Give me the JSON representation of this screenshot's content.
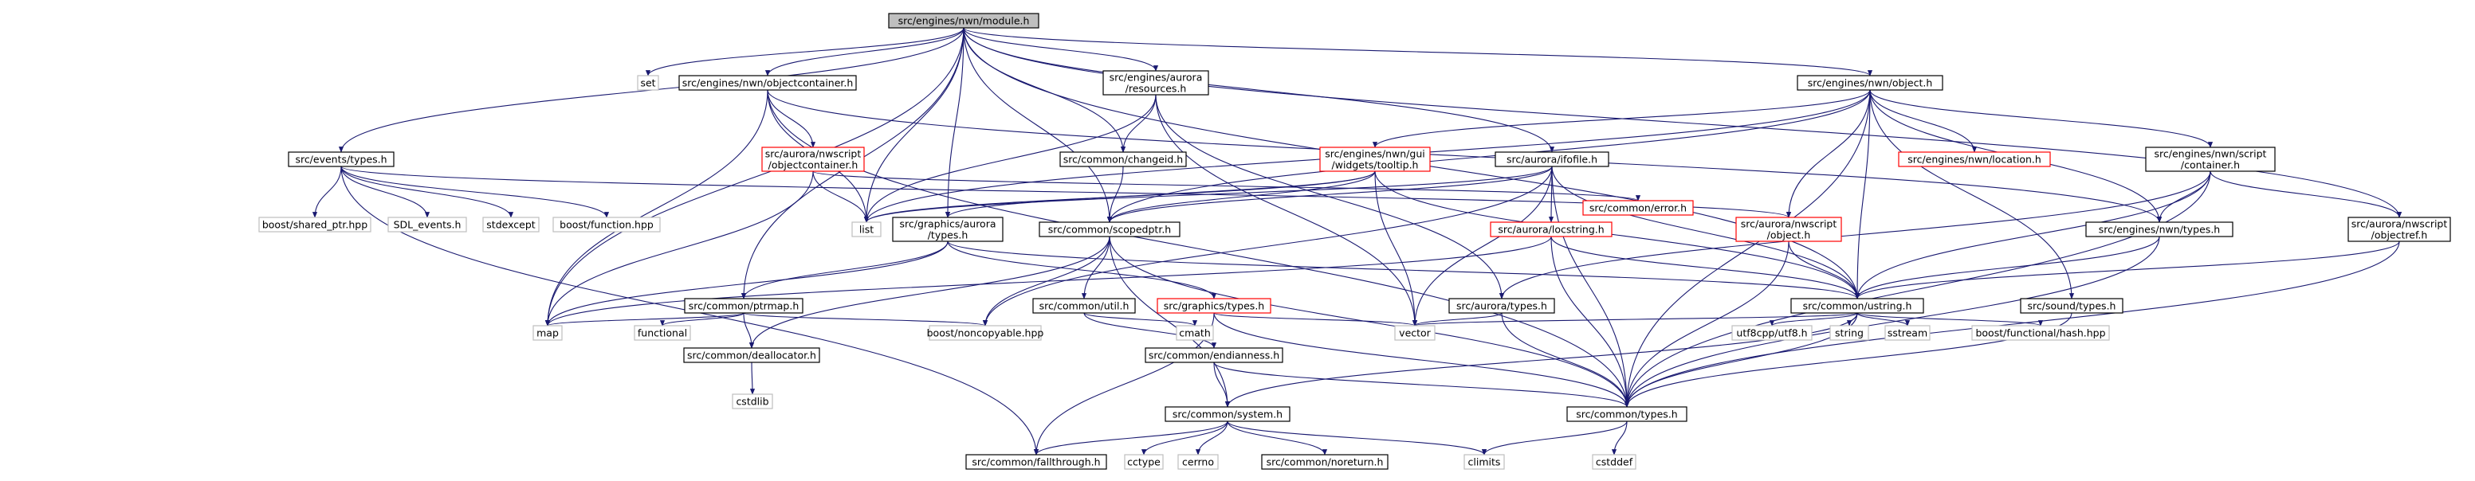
{
  "colors": {
    "root_fill": "#bfbfbf",
    "root_border": "#000000",
    "documented_border": "#000000",
    "truncated_border": "#ff0000",
    "external_border": "#bfbfbf",
    "edge": "#191970",
    "text": "#000000"
  },
  "nodes": [
    {
      "id": "module_h",
      "lines": [
        "src/engines/nwn/module.h"
      ],
      "kind": "root"
    },
    {
      "id": "set",
      "lines": [
        "set"
      ],
      "kind": "external"
    },
    {
      "id": "objectcontainer_h",
      "lines": [
        "src/engines/nwn/objectcontainer.h"
      ],
      "kind": "documented"
    },
    {
      "id": "aurora_resources_h",
      "lines": [
        "src/engines/aurora",
        "/resources.h"
      ],
      "kind": "documented"
    },
    {
      "id": "nwn_object_h",
      "lines": [
        "src/engines/nwn/object.h"
      ],
      "kind": "documented"
    },
    {
      "id": "events_types_h",
      "lines": [
        "src/events/types.h"
      ],
      "kind": "documented"
    },
    {
      "id": "nwscript_objectcontainer_h",
      "lines": [
        "src/aurora/nwscript",
        "/objectcontainer.h"
      ],
      "kind": "truncated"
    },
    {
      "id": "changeid_h",
      "lines": [
        "src/common/changeid.h"
      ],
      "kind": "documented"
    },
    {
      "id": "tooltip_h",
      "lines": [
        "src/engines/nwn/gui",
        "/widgets/tooltip.h"
      ],
      "kind": "truncated"
    },
    {
      "id": "ifofile_h",
      "lines": [
        "src/aurora/ifofile.h"
      ],
      "kind": "documented"
    },
    {
      "id": "nwn_location_h",
      "lines": [
        "src/engines/nwn/location.h"
      ],
      "kind": "truncated"
    },
    {
      "id": "script_container_h",
      "lines": [
        "src/engines/nwn/script",
        "/container.h"
      ],
      "kind": "documented"
    },
    {
      "id": "shared_ptr",
      "lines": [
        "boost/shared_ptr.hpp"
      ],
      "kind": "external"
    },
    {
      "id": "sdl_events",
      "lines": [
        "SDL_events.h"
      ],
      "kind": "external"
    },
    {
      "id": "stdexcept",
      "lines": [
        "stdexcept"
      ],
      "kind": "external"
    },
    {
      "id": "boost_function",
      "lines": [
        "boost/function.hpp"
      ],
      "kind": "external"
    },
    {
      "id": "list",
      "lines": [
        "list"
      ],
      "kind": "external"
    },
    {
      "id": "graphics_aurora_types_h",
      "lines": [
        "src/graphics/aurora",
        "/types.h"
      ],
      "kind": "documented"
    },
    {
      "id": "scopedptr_h",
      "lines": [
        "src/common/scopedptr.h"
      ],
      "kind": "documented"
    },
    {
      "id": "locstring_h",
      "lines": [
        "src/aurora/locstring.h"
      ],
      "kind": "truncated"
    },
    {
      "id": "error_h",
      "lines": [
        "src/common/error.h"
      ],
      "kind": "truncated"
    },
    {
      "id": "nwscript_object_h",
      "lines": [
        "src/aurora/nwscript",
        "/object.h"
      ],
      "kind": "truncated"
    },
    {
      "id": "nwn_types_h",
      "lines": [
        "src/engines/nwn/types.h"
      ],
      "kind": "documented"
    },
    {
      "id": "objectref_h",
      "lines": [
        "src/aurora/nwscript",
        "/objectref.h"
      ],
      "kind": "documented"
    },
    {
      "id": "ptrmap_h",
      "lines": [
        "src/common/ptrmap.h"
      ],
      "kind": "documented"
    },
    {
      "id": "util_h",
      "lines": [
        "src/common/util.h"
      ],
      "kind": "documented"
    },
    {
      "id": "graphics_types_h",
      "lines": [
        "src/graphics/types.h"
      ],
      "kind": "truncated"
    },
    {
      "id": "aurora_types_h",
      "lines": [
        "src/aurora/types.h"
      ],
      "kind": "documented"
    },
    {
      "id": "ustring_h",
      "lines": [
        "src/common/ustring.h"
      ],
      "kind": "documented"
    },
    {
      "id": "sound_types_h",
      "lines": [
        "src/sound/types.h"
      ],
      "kind": "documented"
    },
    {
      "id": "map",
      "lines": [
        "map"
      ],
      "kind": "external"
    },
    {
      "id": "functional",
      "lines": [
        "functional"
      ],
      "kind": "external"
    },
    {
      "id": "deallocator_h",
      "lines": [
        "src/common/deallocator.h"
      ],
      "kind": "documented"
    },
    {
      "id": "noncopyable",
      "lines": [
        "boost/noncopyable.hpp"
      ],
      "kind": "external"
    },
    {
      "id": "cmath",
      "lines": [
        "cmath"
      ],
      "kind": "external"
    },
    {
      "id": "endianness_h",
      "lines": [
        "src/common/endianness.h"
      ],
      "kind": "documented"
    },
    {
      "id": "vector",
      "lines": [
        "vector"
      ],
      "kind": "external"
    },
    {
      "id": "utf8",
      "lines": [
        "utf8cpp/utf8.h"
      ],
      "kind": "external"
    },
    {
      "id": "string",
      "lines": [
        "string"
      ],
      "kind": "external"
    },
    {
      "id": "sstream",
      "lines": [
        "sstream"
      ],
      "kind": "external"
    },
    {
      "id": "hash_hpp",
      "lines": [
        "boost/functional/hash.hpp"
      ],
      "kind": "external"
    },
    {
      "id": "cstdlib",
      "lines": [
        "cstdlib"
      ],
      "kind": "external"
    },
    {
      "id": "system_h",
      "lines": [
        "src/common/system.h"
      ],
      "kind": "documented"
    },
    {
      "id": "common_types_h",
      "lines": [
        "src/common/types.h"
      ],
      "kind": "documented"
    },
    {
      "id": "fallthrough_h",
      "lines": [
        "src/common/fallthrough.h"
      ],
      "kind": "documented"
    },
    {
      "id": "cctype",
      "lines": [
        "cctype"
      ],
      "kind": "external"
    },
    {
      "id": "cerrno",
      "lines": [
        "cerrno"
      ],
      "kind": "external"
    },
    {
      "id": "noreturn_h",
      "lines": [
        "src/common/noreturn.h"
      ],
      "kind": "documented"
    },
    {
      "id": "climits",
      "lines": [
        "climits"
      ],
      "kind": "external"
    },
    {
      "id": "cstddef",
      "lines": [
        "cstddef"
      ],
      "kind": "external"
    }
  ],
  "edges": [
    [
      "module_h",
      "set"
    ],
    [
      "module_h",
      "objectcontainer_h"
    ],
    [
      "module_h",
      "aurora_resources_h"
    ],
    [
      "module_h",
      "nwn_object_h"
    ],
    [
      "module_h",
      "events_types_h"
    ],
    [
      "module_h",
      "map"
    ],
    [
      "module_h",
      "list"
    ],
    [
      "module_h",
      "changeid_h"
    ],
    [
      "module_h",
      "ifofile_h"
    ],
    [
      "module_h",
      "scopedptr_h"
    ],
    [
      "module_h",
      "graphics_aurora_types_h"
    ],
    [
      "module_h",
      "ptrmap_h"
    ],
    [
      "module_h",
      "ustring_h"
    ],
    [
      "module_h",
      "objectref_h"
    ],
    [
      "objectcontainer_h",
      "nwscript_objectcontainer_h"
    ],
    [
      "objectcontainer_h",
      "list"
    ],
    [
      "objectcontainer_h",
      "map"
    ],
    [
      "objectcontainer_h",
      "nwn_types_h"
    ],
    [
      "objectcontainer_h",
      "common_types_h"
    ],
    [
      "aurora_resources_h",
      "changeid_h"
    ],
    [
      "aurora_resources_h",
      "list"
    ],
    [
      "aurora_resources_h",
      "aurora_types_h"
    ],
    [
      "aurora_resources_h",
      "vector"
    ],
    [
      "nwn_object_h",
      "tooltip_h"
    ],
    [
      "nwn_object_h",
      "nwn_location_h"
    ],
    [
      "nwn_object_h",
      "script_container_h"
    ],
    [
      "nwn_object_h",
      "nwn_types_h"
    ],
    [
      "nwn_object_h",
      "nwscript_object_h"
    ],
    [
      "nwn_object_h",
      "list"
    ],
    [
      "nwn_object_h",
      "scopedptr_h"
    ],
    [
      "nwn_object_h",
      "ustring_h"
    ],
    [
      "nwn_object_h",
      "sound_types_h"
    ],
    [
      "nwn_object_h",
      "common_types_h"
    ],
    [
      "events_types_h",
      "shared_ptr"
    ],
    [
      "events_types_h",
      "sdl_events"
    ],
    [
      "events_types_h",
      "stdexcept"
    ],
    [
      "events_types_h",
      "boost_function"
    ],
    [
      "events_types_h",
      "nwscript_object_h"
    ],
    [
      "events_types_h",
      "fallthrough_h"
    ],
    [
      "nwscript_objectcontainer_h",
      "list"
    ],
    [
      "nwscript_objectcontainer_h",
      "map"
    ],
    [
      "nwscript_objectcontainer_h",
      "error_h"
    ],
    [
      "changeid_h",
      "scopedptr_h"
    ],
    [
      "tooltip_h",
      "list"
    ],
    [
      "tooltip_h",
      "vector"
    ],
    [
      "tooltip_h",
      "scopedptr_h"
    ],
    [
      "tooltip_h",
      "graphics_aurora_types_h"
    ],
    [
      "tooltip_h",
      "ustring_h"
    ],
    [
      "ifofile_h",
      "list"
    ],
    [
      "ifofile_h",
      "vector"
    ],
    [
      "ifofile_h",
      "noncopyable"
    ],
    [
      "ifofile_h",
      "locstring_h"
    ],
    [
      "ifofile_h",
      "scopedptr_h"
    ],
    [
      "ifofile_h",
      "ustring_h"
    ],
    [
      "ifofile_h",
      "common_types_h"
    ],
    [
      "script_container_h",
      "nwn_types_h"
    ],
    [
      "script_container_h",
      "objectref_h"
    ],
    [
      "script_container_h",
      "aurora_types_h"
    ],
    [
      "script_container_h",
      "ustring_h"
    ],
    [
      "script_container_h",
      "common_types_h"
    ],
    [
      "graphics_aurora_types_h",
      "ptrmap_h"
    ],
    [
      "graphics_aurora_types_h",
      "graphics_types_h"
    ],
    [
      "graphics_aurora_types_h",
      "ustring_h"
    ],
    [
      "graphics_aurora_types_h",
      "map"
    ],
    [
      "scopedptr_h",
      "util_h"
    ],
    [
      "scopedptr_h",
      "deallocator_h"
    ],
    [
      "scopedptr_h",
      "noncopyable"
    ],
    [
      "scopedptr_h",
      "system_h"
    ],
    [
      "scopedptr_h",
      "common_types_h"
    ],
    [
      "locstring_h",
      "map"
    ],
    [
      "locstring_h",
      "ustring_h"
    ],
    [
      "locstring_h",
      "common_types_h"
    ],
    [
      "nwscript_object_h",
      "ustring_h"
    ],
    [
      "nwscript_object_h",
      "common_types_h"
    ],
    [
      "nwn_types_h",
      "ustring_h"
    ],
    [
      "nwn_types_h",
      "common_types_h"
    ],
    [
      "objectref_h",
      "ustring_h"
    ],
    [
      "objectref_h",
      "common_types_h"
    ],
    [
      "ptrmap_h",
      "map"
    ],
    [
      "ptrmap_h",
      "functional"
    ],
    [
      "ptrmap_h",
      "deallocator_h"
    ],
    [
      "ptrmap_h",
      "noncopyable"
    ],
    [
      "util_h",
      "cmath"
    ],
    [
      "util_h",
      "endianness_h"
    ],
    [
      "graphics_types_h",
      "vector"
    ],
    [
      "graphics_types_h",
      "fallthrough_h"
    ],
    [
      "graphics_types_h",
      "common_types_h"
    ],
    [
      "aurora_types_h",
      "vector"
    ],
    [
      "aurora_types_h",
      "common_types_h"
    ],
    [
      "ustring_h",
      "vector"
    ],
    [
      "ustring_h",
      "utf8"
    ],
    [
      "ustring_h",
      "string"
    ],
    [
      "ustring_h",
      "sstream"
    ],
    [
      "ustring_h",
      "hash_hpp"
    ],
    [
      "ustring_h",
      "common_types_h"
    ],
    [
      "ustring_h",
      "system_h"
    ],
    [
      "sound_types_h",
      "common_types_h"
    ],
    [
      "deallocator_h",
      "cstdlib"
    ],
    [
      "endianness_h",
      "system_h"
    ],
    [
      "endianness_h",
      "common_types_h"
    ],
    [
      "system_h",
      "fallthrough_h"
    ],
    [
      "system_h",
      "cctype"
    ],
    [
      "system_h",
      "cerrno"
    ],
    [
      "system_h",
      "noreturn_h"
    ],
    [
      "system_h",
      "climits"
    ],
    [
      "common_types_h",
      "climits"
    ],
    [
      "common_types_h",
      "cstddef"
    ]
  ]
}
